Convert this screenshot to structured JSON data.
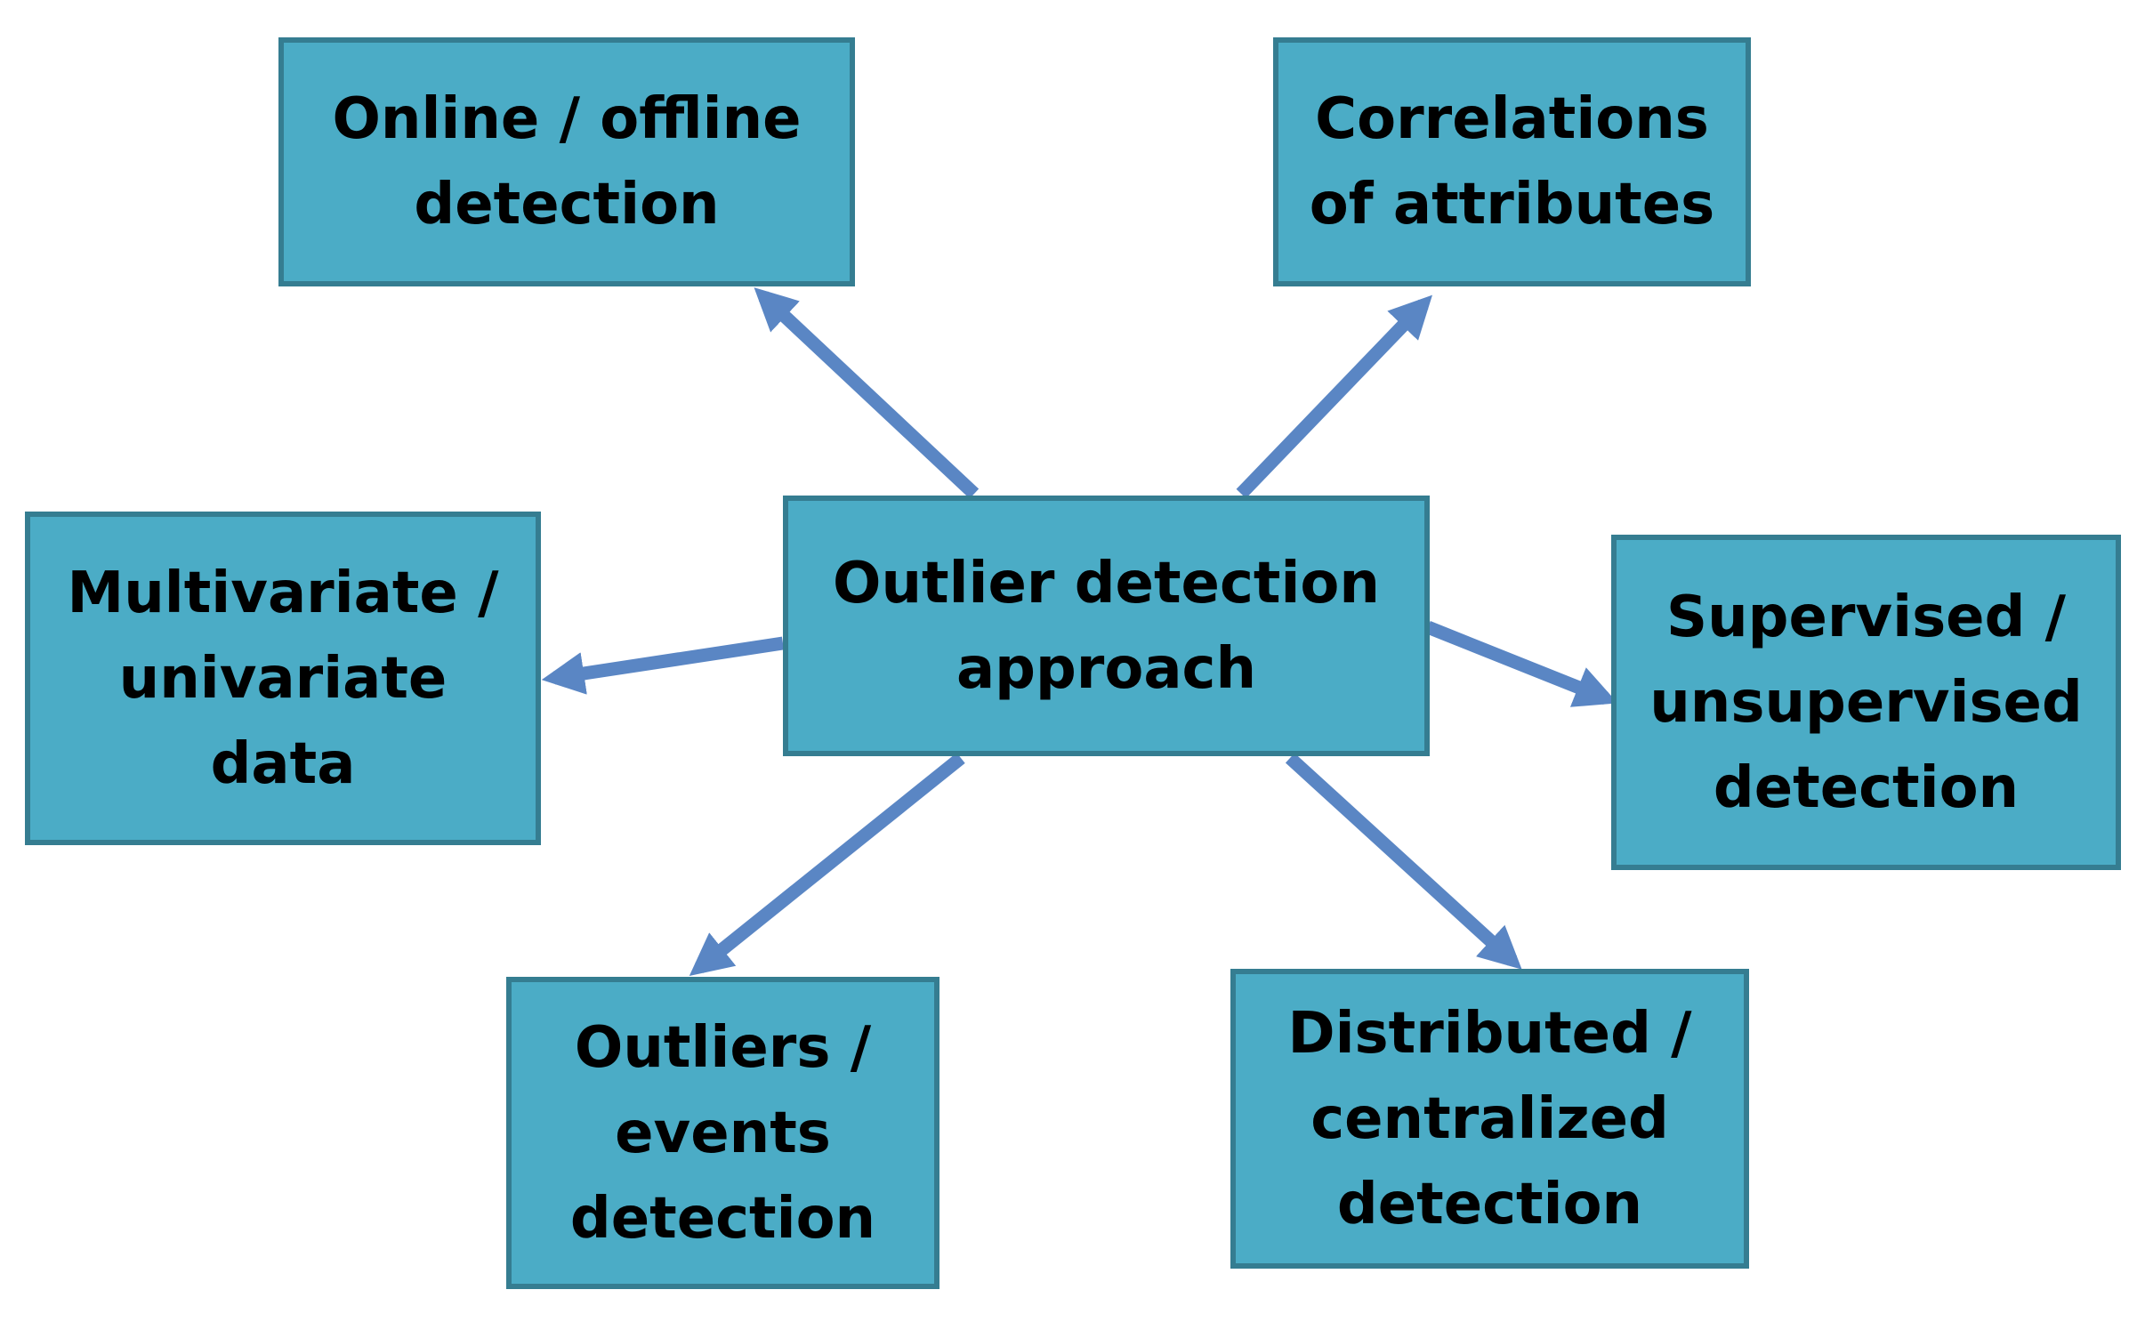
{
  "diagram": {
    "center": {
      "label": "Outlier detection\napproach"
    },
    "nodes": {
      "online_offline": {
        "label": "Online / offline\ndetection"
      },
      "correlations": {
        "label": "Correlations\nof attributes"
      },
      "multivariate": {
        "label": "Multivariate /\nunivariate\ndata"
      },
      "supervised": {
        "label": "Supervised /\nunsupervised\ndetection"
      },
      "outliers_events": {
        "label": "Outliers /\nevents\ndetection"
      },
      "distributed": {
        "label": "Distributed /\ncentralized\ndetection"
      }
    },
    "colors": {
      "box_fill": "#4bacc6",
      "box_border": "#357d91",
      "arrow": "#5a86c4"
    }
  }
}
